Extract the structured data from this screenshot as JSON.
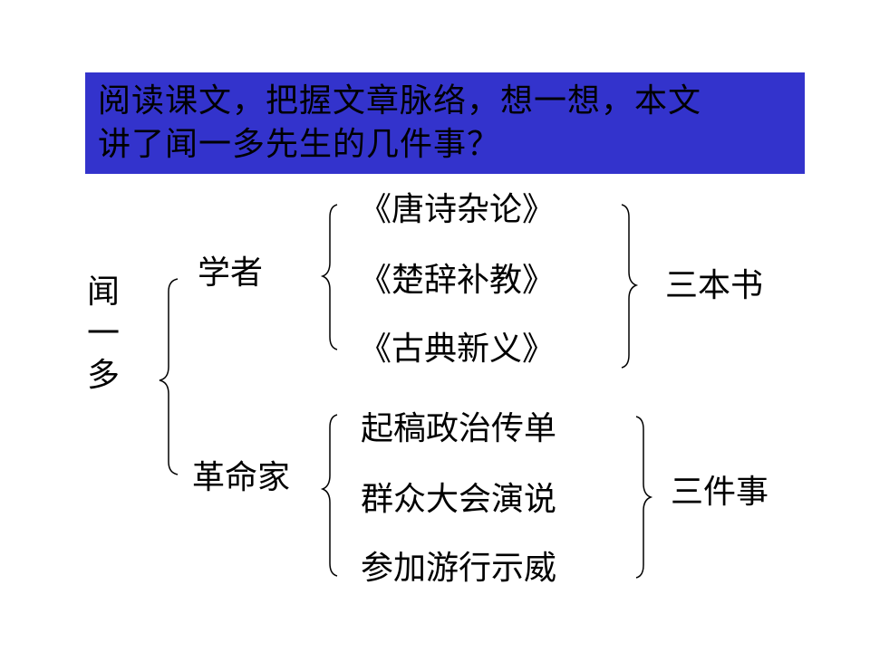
{
  "question": {
    "line1": "阅读课文，把握文章脉络，想一想，本文",
    "line2": "讲了闻一多先生的几件事？"
  },
  "subject": {
    "chars": [
      "闻",
      "一",
      "多"
    ]
  },
  "roles": [
    {
      "label": "学者",
      "items": [
        "《唐诗杂论》",
        "《楚辞补教》",
        "《古典新义》"
      ],
      "summary": "三本书"
    },
    {
      "label": "革命家",
      "items": [
        "起稿政治传单",
        "群众大会演说",
        "参加游行示威"
      ],
      "summary": "三件事"
    }
  ],
  "colors": {
    "question_background": "#3333cc",
    "text": "#000000",
    "background": "#ffffff"
  }
}
